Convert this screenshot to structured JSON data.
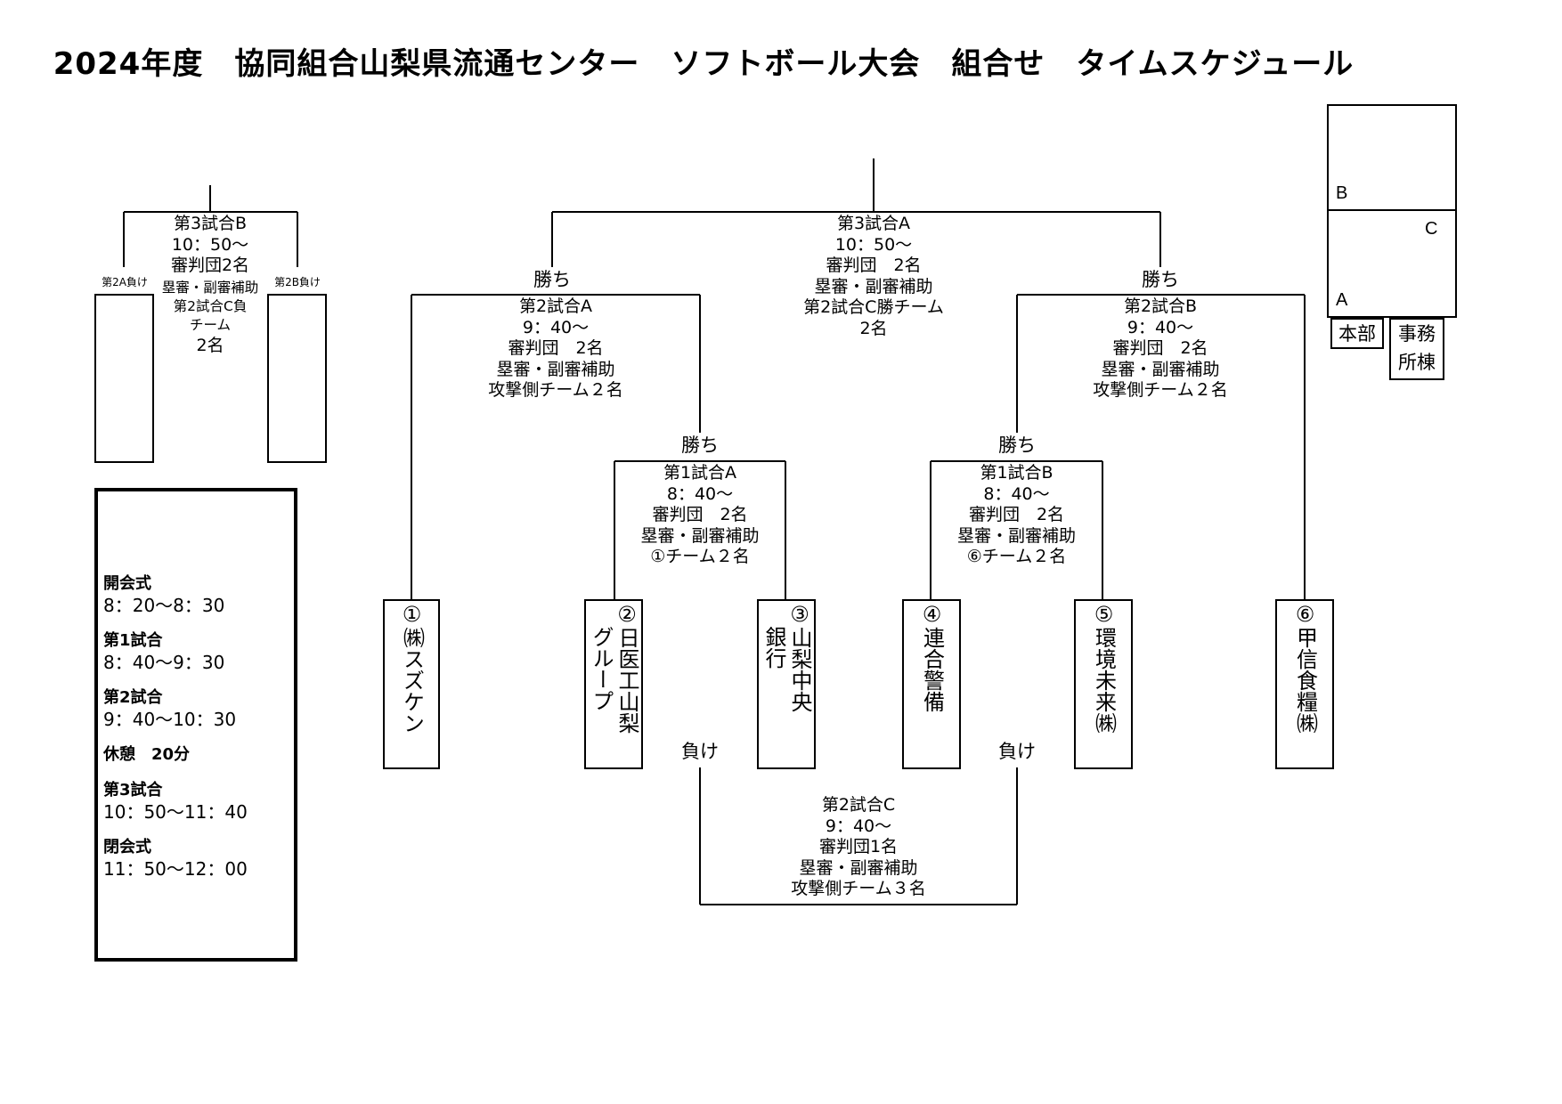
{
  "title": "2024年度　協同組合山梨県流通センター　ソフトボール大会　組合せ　タイムスケジュール",
  "games": {
    "g3a": [
      "第3試合A",
      "10：50～",
      "審判団　2名",
      "塁審・副審補助",
      "第2試合C勝チーム",
      "2名"
    ],
    "g3b": [
      "第3試合B",
      "10：50～",
      "審判団2名"
    ],
    "g3b_small": [
      "塁審・副審補助",
      "第2試合C負",
      "チーム"
    ],
    "g3b_tail": "2名",
    "g2a": [
      "第2試合A",
      "9：40～",
      "審判団　2名",
      "塁審・副審補助",
      "攻撃側チーム２名"
    ],
    "g2b": [
      "第2試合B",
      "9：40～",
      "審判団　2名",
      "塁審・副審補助",
      "攻撃側チーム２名"
    ],
    "g1a": [
      "第1試合A",
      "8：40～",
      "審判団　2名",
      "塁審・副審補助",
      "①チーム２名"
    ],
    "g1b": [
      "第1試合B",
      "8：40～",
      "審判団　2名",
      "塁審・副審補助",
      "⑥チーム２名"
    ],
    "g2c": [
      "第2試合C",
      "9：40～",
      "審判団1名",
      "塁審・副審補助",
      "攻撃側チーム３名"
    ]
  },
  "labels": {
    "win": "勝ち",
    "lose": "負け",
    "lose_2a": "第2A負け",
    "lose_2b": "第2B負け"
  },
  "teams": [
    {
      "num": "①",
      "cols": [
        "㈱スズケン"
      ]
    },
    {
      "num": "②",
      "cols": [
        "日医工山梨",
        "グループ"
      ]
    },
    {
      "num": "③",
      "cols": [
        "山梨中央",
        "銀行"
      ]
    },
    {
      "num": "④",
      "cols": [
        "連合警備"
      ]
    },
    {
      "num": "⑤",
      "cols": [
        "環境未来㈱"
      ]
    },
    {
      "num": "⑥",
      "cols": [
        "甲信食糧㈱"
      ]
    }
  ],
  "schedule": [
    {
      "head": "開会式",
      "time": "8：20～8：30"
    },
    {
      "head": "第1試合",
      "time": "8：40～9：30"
    },
    {
      "head": "第2試合",
      "time": "9：40～10：30"
    },
    {
      "head": "休憩　20分",
      "time": ""
    },
    {
      "head": "第3試合",
      "time": "10：50～11：40"
    },
    {
      "head": "閉会式",
      "time": "11：50～12：00"
    }
  ],
  "map": {
    "b": "B",
    "c": "C",
    "a": "A",
    "honbu": "本部",
    "jimu1": "事務",
    "jimu2": "所棟"
  }
}
